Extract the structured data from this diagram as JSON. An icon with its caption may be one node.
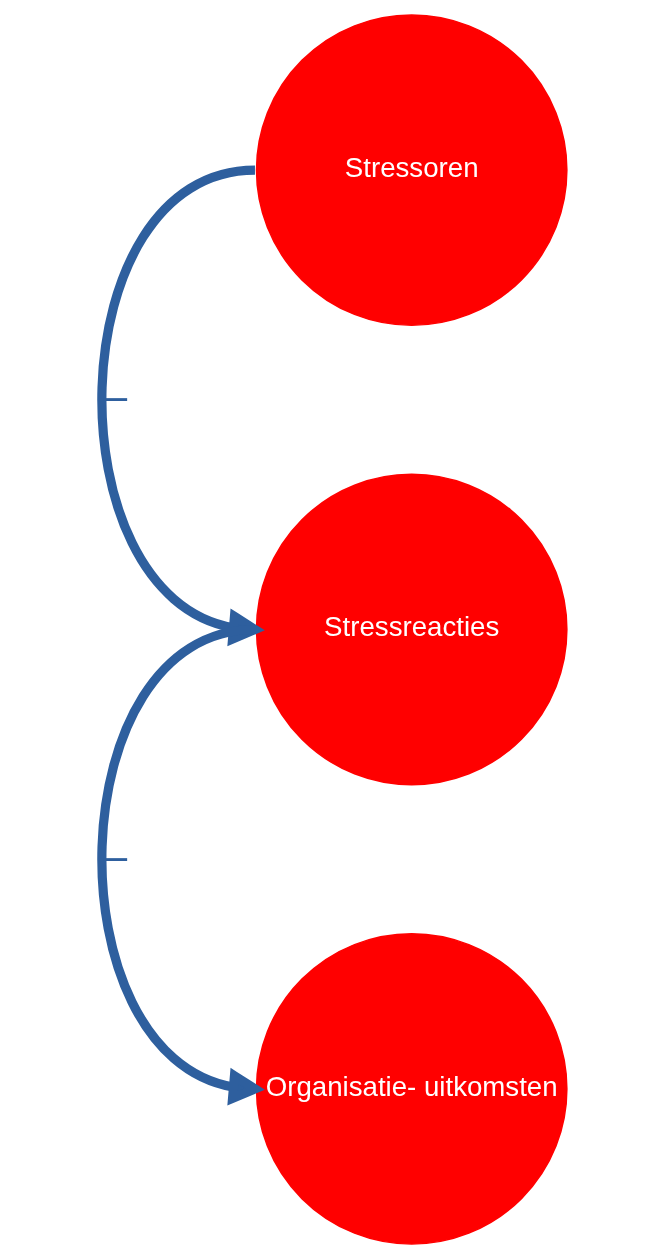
{
  "diagram": {
    "nodes": [
      {
        "text": [
          "Stressoren"
        ]
      },
      {
        "text": [
          "Stressreacties"
        ]
      },
      {
        "text": [
          "Organisatie- uitkomsten"
        ]
      }
    ],
    "edges": [
      {
        "from": 0,
        "to": 1,
        "arrow": "to",
        "label": "–"
      },
      {
        "from": 1,
        "to": 2,
        "arrow": "to",
        "label": "–"
      }
    ]
  }
}
